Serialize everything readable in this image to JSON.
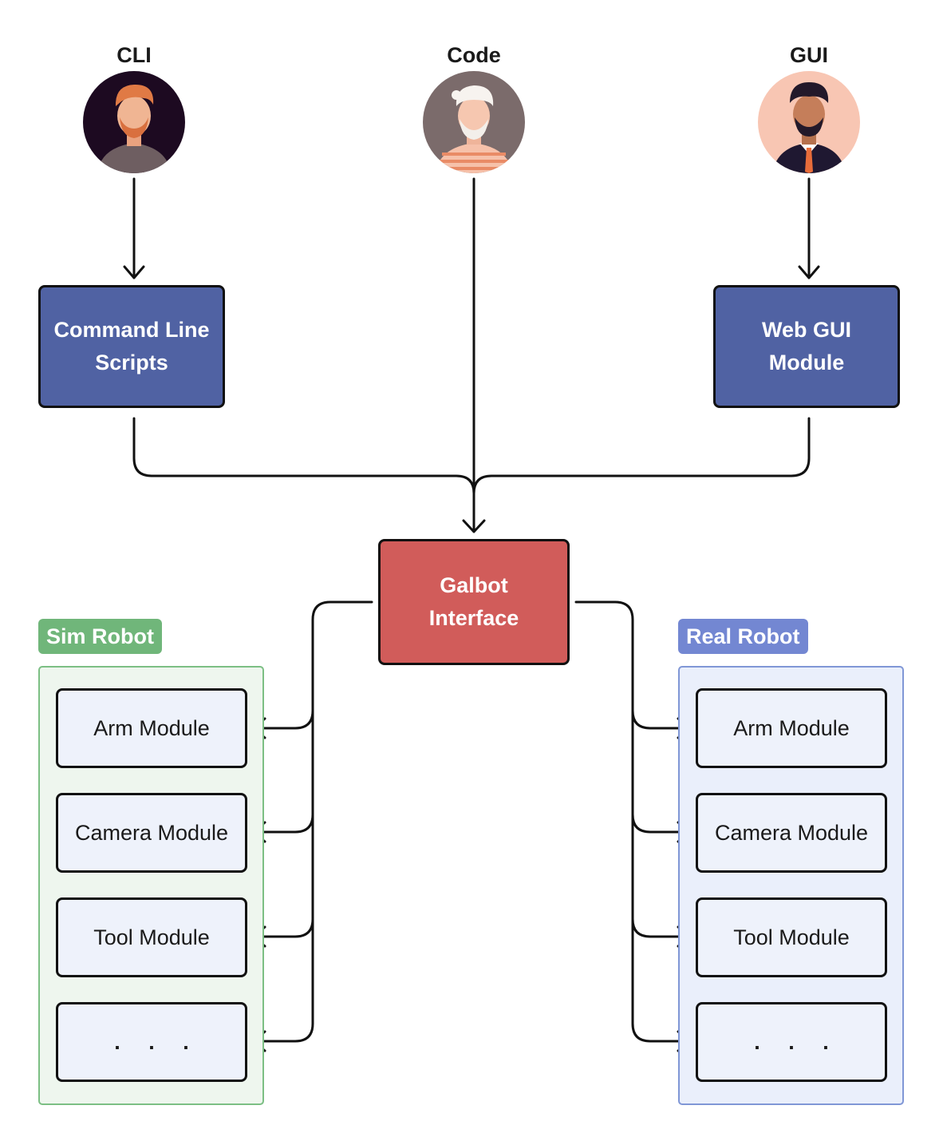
{
  "users": [
    {
      "label": "CLI",
      "icon": "cli-user-avatar-icon"
    },
    {
      "label": "Code",
      "icon": "code-user-avatar-icon"
    },
    {
      "label": "GUI",
      "icon": "gui-user-avatar-icon"
    }
  ],
  "entry_boxes": {
    "cli_line1": "Command Line",
    "cli_line2": "Scripts",
    "gui_line1": "Web GUI",
    "gui_line2": "Module"
  },
  "core": {
    "line1": "Galbot",
    "line2": "Interface"
  },
  "sim_robot": {
    "title": "Sim Robot",
    "modules": [
      "Arm Module",
      "Camera Module",
      "Tool Module",
      ". . ."
    ]
  },
  "real_robot": {
    "title": "Real Robot",
    "modules": [
      "Arm Module",
      "Camera Module",
      "Tool Module",
      ". . ."
    ]
  },
  "colors": {
    "entry_box": "#5062a3",
    "core_box": "#d15c5a",
    "sim_accent": "#70b67a",
    "real_accent": "#7387d2",
    "module_fill": "#eef2fb"
  }
}
